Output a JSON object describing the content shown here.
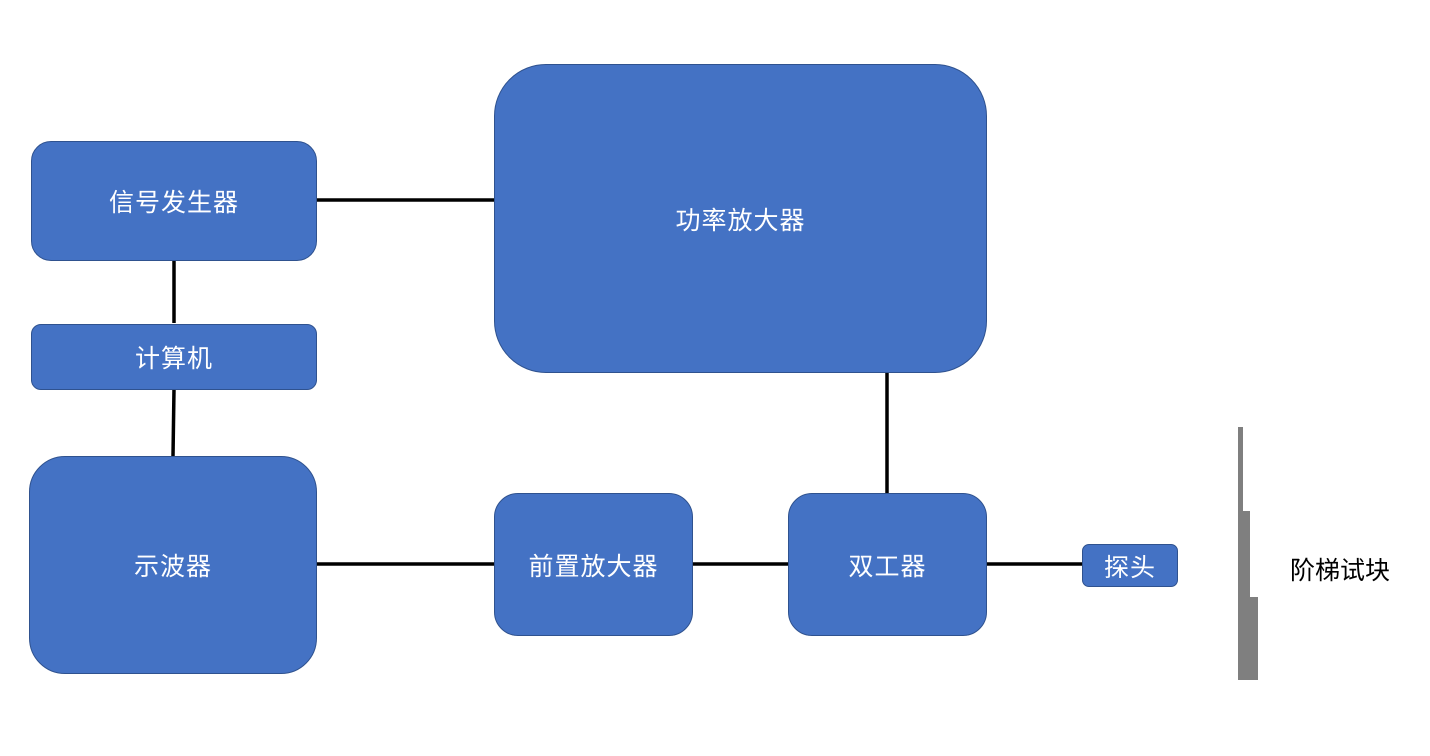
{
  "nodes": {
    "signal_generator": "信号发生器",
    "computer": "计算机",
    "oscilloscope": "示波器",
    "power_amplifier": "功率放大器",
    "preamplifier": "前置放大器",
    "duplexer": "双工器",
    "probe": "探头"
  },
  "specimen": {
    "label": "阶梯试块"
  },
  "colors": {
    "box_fill": "#4472c4",
    "box_border": "#2f528f",
    "box_text": "#ffffff",
    "connector": "#000000",
    "specimen_fill": "#7f7f7f"
  }
}
